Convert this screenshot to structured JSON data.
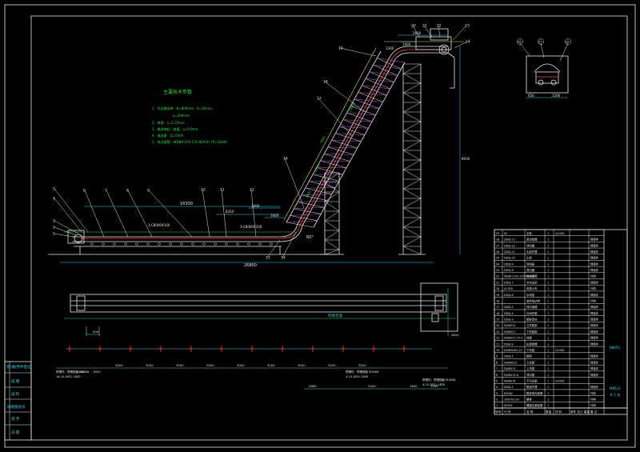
{
  "spec": {
    "title": "主要技术参数",
    "lines": [
      "1、托运输送带：B=800mm，δ=16mm，",
      "L=200mm",
      "2、带速：v=1.25m/s",
      "3、输送物料：粉煤，γ=0.9t/m",
      "4、输送量：Q=50t/h",
      "5、电动滚筒：WD8H-220-125-80X30（P=22kW）"
    ]
  },
  "balloons_main": [
    "1",
    "2",
    "3",
    "4",
    "5",
    "6",
    "7",
    "8",
    "9",
    "10",
    "11",
    "12",
    "13",
    "14",
    "15",
    "16",
    "17",
    "18",
    "19",
    "20",
    "21",
    "22",
    "23",
    "24",
    "25",
    "26",
    "27",
    "28",
    "29"
  ],
  "dims_main": {
    "total_length": "26800",
    "horizontal": "16300",
    "belt_label_1": "3-C8000X100",
    "belt_label_2": "3-C8000X100",
    "sub1": "8350",
    "sub2": "3200",
    "sub3": "1600",
    "angle": "60°",
    "height": "8930",
    "top1": "2600",
    "top2": "1000",
    "top3": "1300",
    "incline1": "13000",
    "incline2": "7800",
    "incline3": "5200",
    "incline4": "3600"
  },
  "section_view": {
    "balloons": [
      "26",
      "27",
      "28"
    ],
    "dims": [
      "650",
      "1200"
    ]
  },
  "plan_view": {
    "label": "检修走道",
    "dims": [
      "500",
      "1200",
      "1600",
      "3000",
      "3000",
      "3000",
      "3000",
      "3000",
      "3000",
      "3000",
      "3000",
      "3000",
      "2880",
      "3200",
      "1600",
      "1500",
      "2620"
    ],
    "note1": [
      "预埋件：预埋钢板 M16X8",
      "16-10-2831-1830"
    ],
    "note2": [
      "预埋件：预埋钢板 M16X8",
      "4-10-2831-1830"
    ],
    "note3": [
      "预埋件：预埋钢板 M16X8",
      "4-10-2831-1830"
    ]
  },
  "side_stamps": [
    "借(通)用件登记",
    "描 图",
    "描 校",
    "旧底图总号",
    "签 字",
    "日 期"
  ],
  "bom": {
    "rows": [
      [
        "29",
        "62",
        "支架",
        "1",
        "Q235A",
        ""
      ],
      [
        "28",
        "DDSJ-13",
        "驱动装置",
        "1",
        "",
        "焊接件"
      ],
      [
        "27",
        "DDSJ-12",
        "导料槽",
        "1",
        "",
        "焊接件"
      ],
      [
        "26",
        "DDSJ-11",
        "头部护罩",
        "1",
        "",
        "焊接件"
      ],
      [
        "25",
        "DDSJ-10",
        "头架",
        "1",
        "",
        "焊接件"
      ],
      [
        "24",
        "DDSJ-9",
        "导料板",
        "1",
        "",
        "焊接件"
      ],
      [
        "23",
        "DDSJ-8",
        "清扫器",
        "1",
        "",
        "焊接件"
      ],
      [
        "22",
        "WD8H-220-125-80X30",
        "电动滚筒",
        "1",
        "",
        "外购"
      ],
      [
        "21",
        "DDSJ-7",
        "中间支架",
        "1",
        "",
        "焊接件"
      ],
      [
        "20",
        "JX-300",
        "张紧小车",
        "1",
        "",
        "外购"
      ],
      [
        "19",
        "DDSJ-6",
        "中间架",
        "1",
        "",
        "焊接件"
      ],
      [
        "18",
        "",
        "波状挡边带",
        "1",
        "",
        "外购"
      ],
      [
        "17",
        "DDSJ-5",
        "改向滚筒",
        "1",
        "",
        "焊接件"
      ],
      [
        "16",
        "DDSJ-4",
        "中间托辊",
        "1",
        "",
        "焊接件"
      ],
      [
        "15",
        "DDSJ-3",
        "尾部改向",
        "1",
        "",
        "焊接件"
      ],
      [
        "14",
        "DJ08012",
        "立托辊架",
        "1",
        "",
        "焊接件"
      ],
      [
        "13",
        "DJ08021",
        "下托辊架",
        "1",
        "",
        "焊接件"
      ],
      [
        "12",
        "DJ08021-14-3",
        "挡辊",
        "1",
        "",
        "焊接件"
      ],
      [
        "11",
        "DDSJ-2",
        "拉紧装置",
        "1",
        "",
        "焊接件"
      ],
      [
        "10",
        "DJ08004D-10",
        "下托辊",
        "1",
        "Q235A",
        ""
      ],
      [
        "9",
        "DDSJ-1",
        "尾架",
        "1",
        "",
        "焊接件"
      ],
      [
        "8",
        "DJ080012",
        "上托辊",
        "1",
        "",
        "焊接件"
      ],
      [
        "7",
        "DJ08013",
        "上托辊",
        "1",
        "",
        "焊接件"
      ],
      [
        "6",
        "DJ08015-6",
        "导向辊",
        "1",
        "",
        "焊接件"
      ],
      [
        "5",
        "DJ08014",
        "平行托辊",
        "1",
        "Q235A",
        ""
      ],
      [
        "4",
        "DDSJ-1",
        "尾部护罩",
        "1",
        "",
        "焊接件"
      ],
      [
        "3",
        "DY062",
        "尾部改向滚筒",
        "1",
        "",
        "外购"
      ],
      [
        "2",
        "1087X3-20",
        "螺栓",
        "1",
        "",
        "外购"
      ],
      [
        "1",
        "DY301",
        "螺旋拉紧装置",
        "1",
        "",
        "外购"
      ]
    ],
    "header": [
      "序号",
      "代 号",
      "名 称",
      "数量",
      "材 料",
      "单件 总计 重量",
      "备 注"
    ],
    "side_labels": [
      "B8655",
      "M8533",
      "共 1 张"
    ]
  }
}
